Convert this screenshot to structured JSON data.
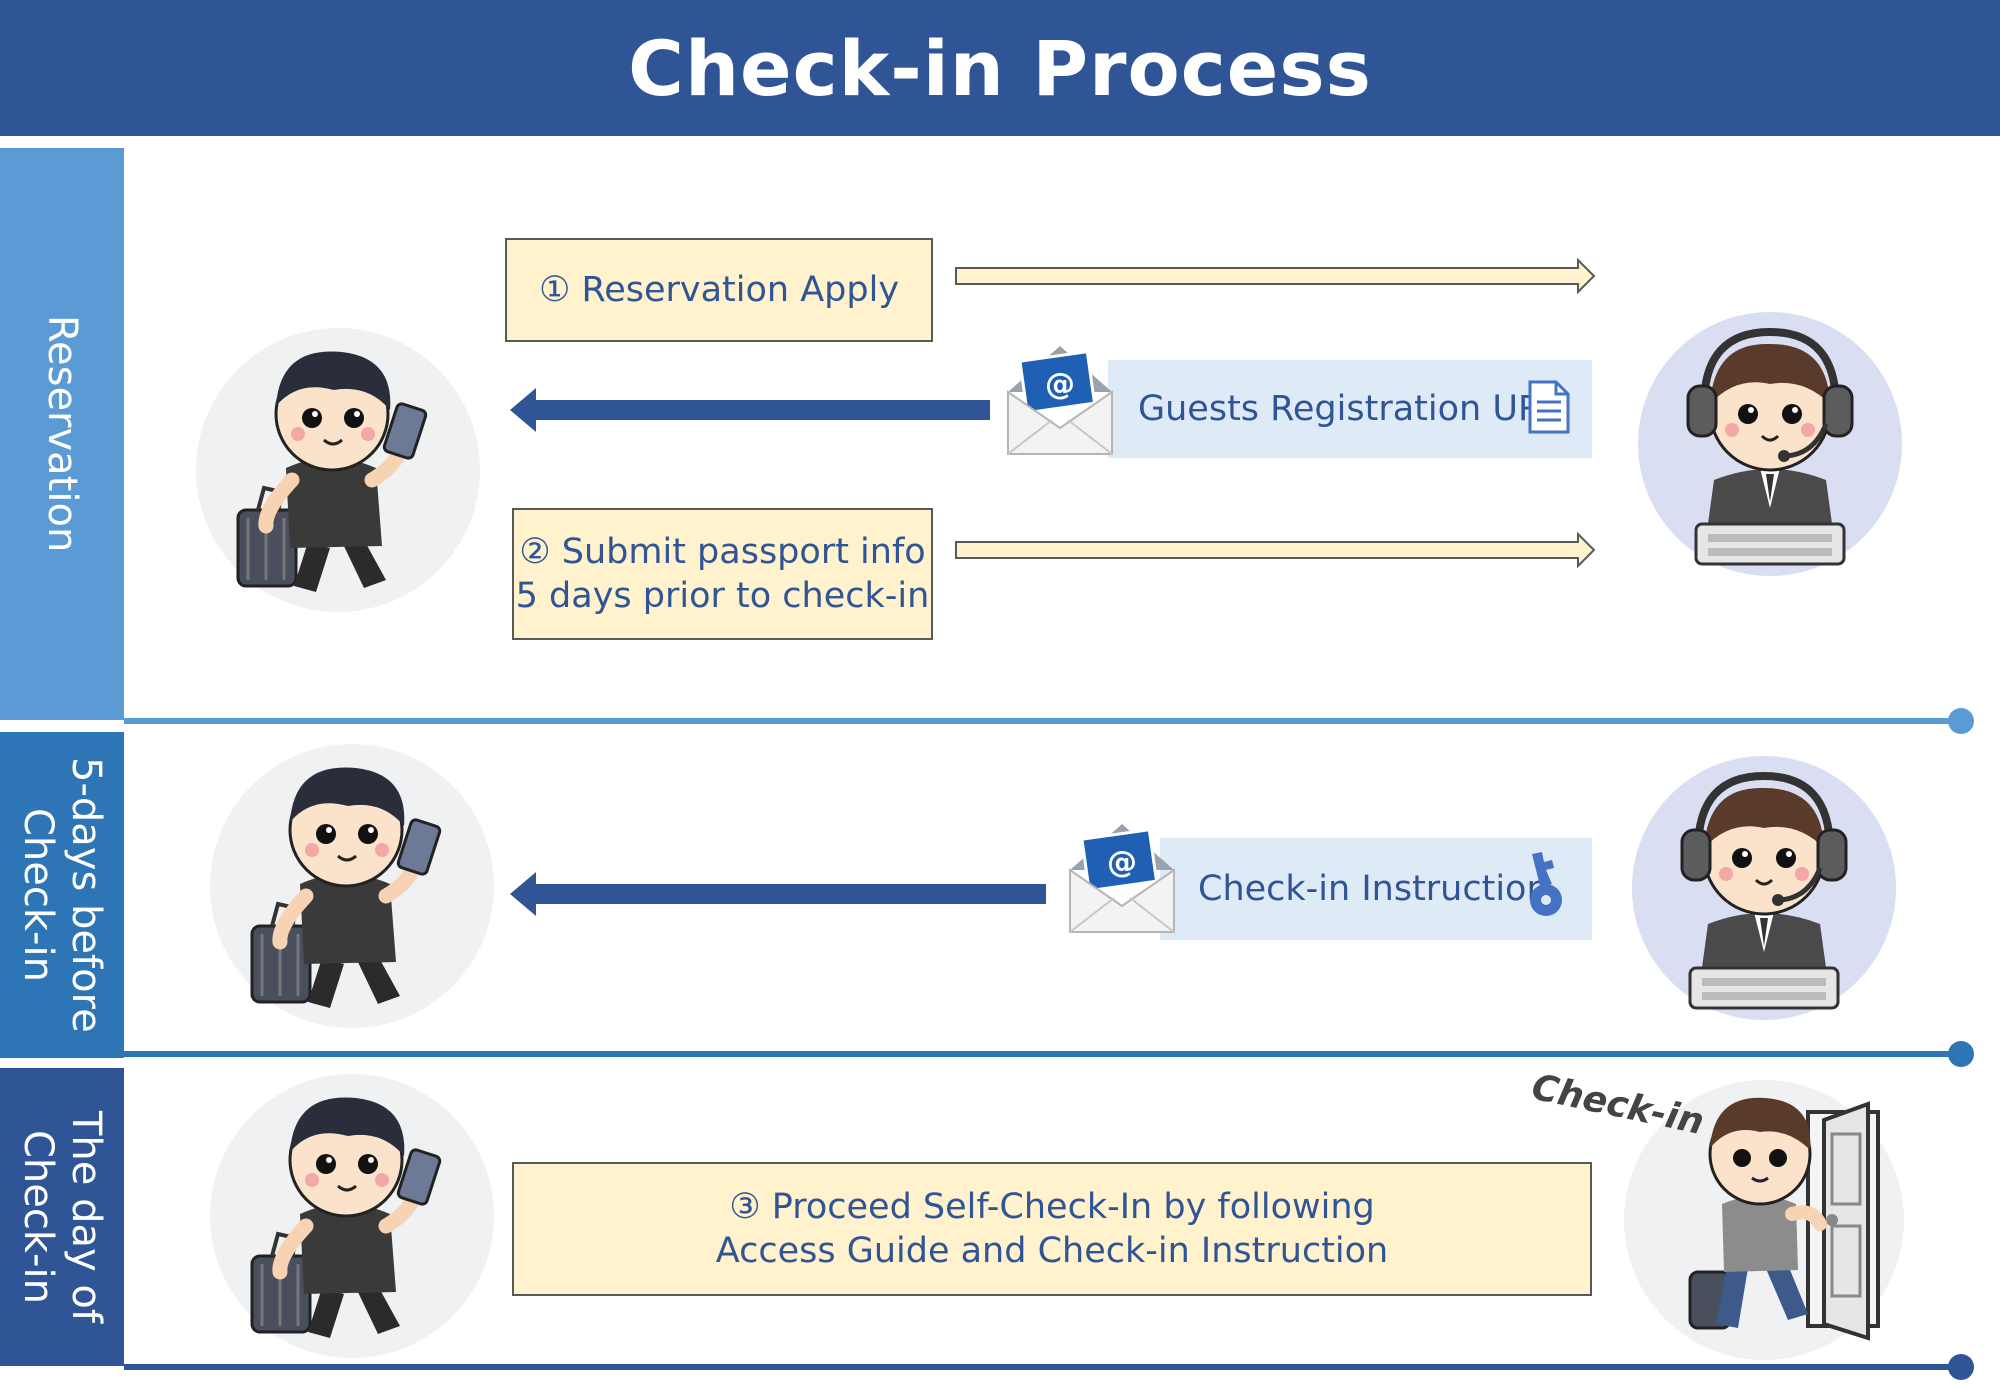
{
  "title": "Check-in Process",
  "lanes": [
    {
      "label": "Reservation"
    },
    {
      "label": "5-days before\nCheck-in"
    },
    {
      "label": "The day of\nCheck-in"
    }
  ],
  "steps": {
    "reservation_apply": "① Reservation Apply",
    "submit_passport": "② Submit passport info\n5 days prior to check-in",
    "self_checkin": "③ Proceed Self-Check-In by following\nAccess Guide and Check-in Instruction"
  },
  "messages": {
    "guests_registration": "Guests Registration URL",
    "checkin_instruction": "Check-in Instruction"
  },
  "door_sign": "Check-in",
  "colors": {
    "header": "#2f5597",
    "lane_reservation": "#5b9bd5",
    "lane_5days": "#2e75b6",
    "lane_day": "#2f5597",
    "step_fill": "#fff2cc",
    "message_band": "#deebf7",
    "return_arrow": "#2f5597"
  }
}
